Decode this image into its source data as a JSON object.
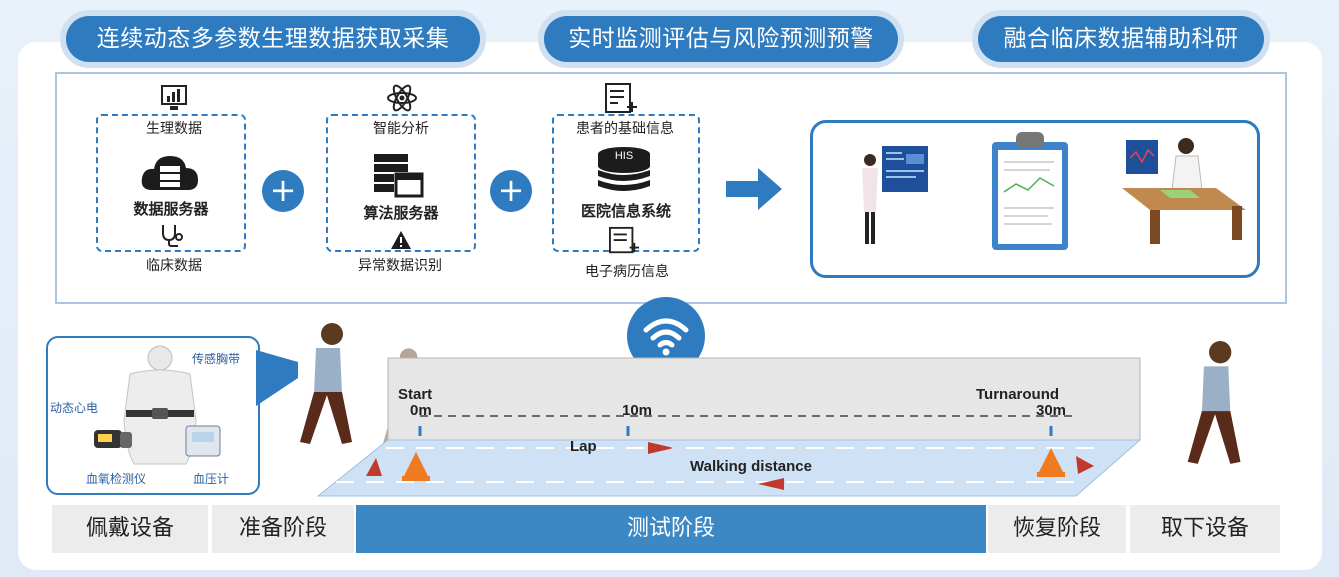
{
  "headers": [
    "连续动态多参数生理数据获取采集",
    "实时监测评估与风险预测预警",
    "融合临床数据辅助科研"
  ],
  "group1": {
    "top": "生理数据",
    "center": "数据服务器",
    "bottom": "临床数据"
  },
  "group2": {
    "top": "智能分析",
    "center": "算法服务器",
    "bottom": "异常数据识别"
  },
  "group3": {
    "top": "患者的基础信息",
    "center": "医院信息系统",
    "his": "HIS",
    "bottom": "电子病历信息"
  },
  "plus": "+",
  "devices": {
    "chest_belt": "传感胸带",
    "ecg": "动态心电",
    "oximeter": "血氧检测仪",
    "bp_meter": "血压计"
  },
  "track": {
    "start": "Start",
    "start_dist": "0m",
    "mid_dist": "10m",
    "turnaround": "Turnaround",
    "turn_dist": "30m",
    "lap": "Lap",
    "walking": "Walking distance"
  },
  "stages": [
    "佩戴设备",
    "准备阶段",
    "测试阶段",
    "恢复阶段",
    "取下设备"
  ],
  "colors": {
    "primary": "#2f7bbf",
    "stage_active": "#3b88c4",
    "stage_inactive": "#ececec"
  }
}
